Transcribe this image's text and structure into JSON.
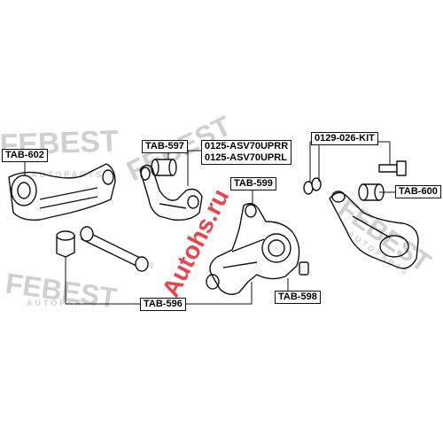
{
  "labels": {
    "tab602": "TAB-602",
    "tab597": "TAB-597",
    "asv70_rr": "0125-ASV70UPRR",
    "asv70_rl": "0125-ASV70UPRL",
    "kit": "0129-026-KIT",
    "tab599": "TAB-599",
    "tab600": "TAB-600",
    "tab596": "TAB-596",
    "tab598": "TAB-598"
  },
  "watermarks": {
    "brand": "FEBEST",
    "tagline": "AUTOPARTS",
    "overlay": "Autohs.ru"
  },
  "colors": {
    "line": "#111111",
    "watermark": "#c8c8c8",
    "overlay_red": "#e0282e",
    "overlay_grey": "#7a7a7a"
  }
}
